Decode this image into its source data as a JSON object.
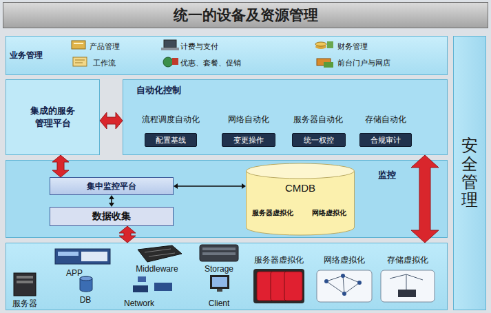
{
  "diagram": {
    "title": "统一的设备及资源管理",
    "nodes": [
      {
        "text": [
          "业务管理",
          "产品管理",
          "计费与支付",
          "财务管理",
          "工作流",
          "优惠、套餐、促销",
          "前台门户与网店"
        ]
      },
      {
        "text": [
          "安全管理"
        ]
      },
      {
        "text": [
          "集成的服务管理平台"
        ]
      },
      {
        "text": [
          "自动化控制",
          "流程调度自动化",
          "网络自动化",
          "服务器自动化",
          "存储自动化"
        ]
      },
      {
        "text": [
          "配置基线"
        ],
        "in": 3
      },
      {
        "text": [
          "变更操作"
        ],
        "in": 3
      },
      {
        "text": [
          "统一权控"
        ],
        "in": 3
      },
      {
        "text": [
          "合规审计"
        ],
        "in": 3
      },
      {
        "text": [
          "监控"
        ]
      },
      {
        "text": [
          "集中监控平台"
        ],
        "in": 8
      },
      {
        "text": [
          "数据收集"
        ],
        "in": 8
      },
      {
        "text": [
          "CMDB",
          "服务器虚拟化",
          "网络虚拟化"
        ],
        "in": 8
      },
      {
        "text": [
          "APP",
          "Middleware",
          "Storage",
          "服务器虚拟化",
          "网络虚拟化",
          "存储虚拟化",
          "服务器",
          "DB",
          "Network",
          "Client"
        ]
      }
    ],
    "edges": [
      {
        "from": 2,
        "to": 3,
        "arrow": "both"
      },
      {
        "from": 2,
        "to": 9,
        "arrow": "both"
      },
      {
        "from": 9,
        "to": 10,
        "arrow": "both"
      },
      {
        "from": 9,
        "to": 11,
        "arrow": "both"
      },
      {
        "from": 10,
        "to": 12,
        "arrow": "both"
      },
      {
        "from": 3,
        "to": 12,
        "arrow": "both"
      }
    ]
  }
}
